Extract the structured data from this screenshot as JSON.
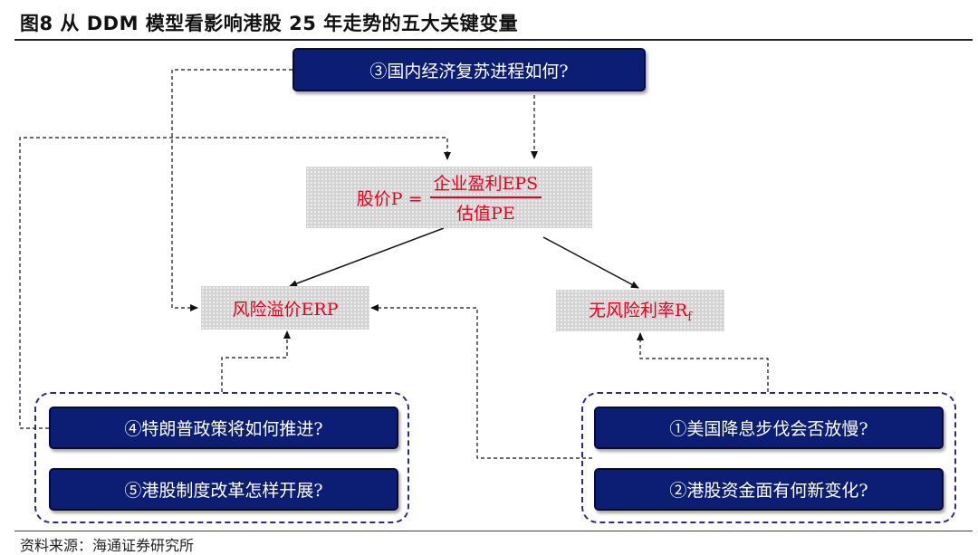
{
  "title": "图8  从 DDM 模型看影响港股 25 年走势的五大关键变量",
  "source": "资料来源：海通证券研究所",
  "formula": {
    "lhs": "股价P =",
    "numerator": "企业盈利EPS",
    "denominator": "估值PE"
  },
  "nodes": {
    "erp": "风险溢价ERP",
    "rf_main": "无风险利率R",
    "rf_sub": "f"
  },
  "questions": {
    "q3": "③国内经济复苏进程如何?",
    "q4": "④特朗普政策将如何推进?",
    "q5": "⑤港股制度改革怎样开展?",
    "q1": "①美国降息步伐会否放慢?",
    "q2": "②港股资金面有何新变化?"
  },
  "colors": {
    "box_fill": "#0b1e73",
    "formula_text": "#e8001c",
    "frame": "#2a2a8a"
  }
}
